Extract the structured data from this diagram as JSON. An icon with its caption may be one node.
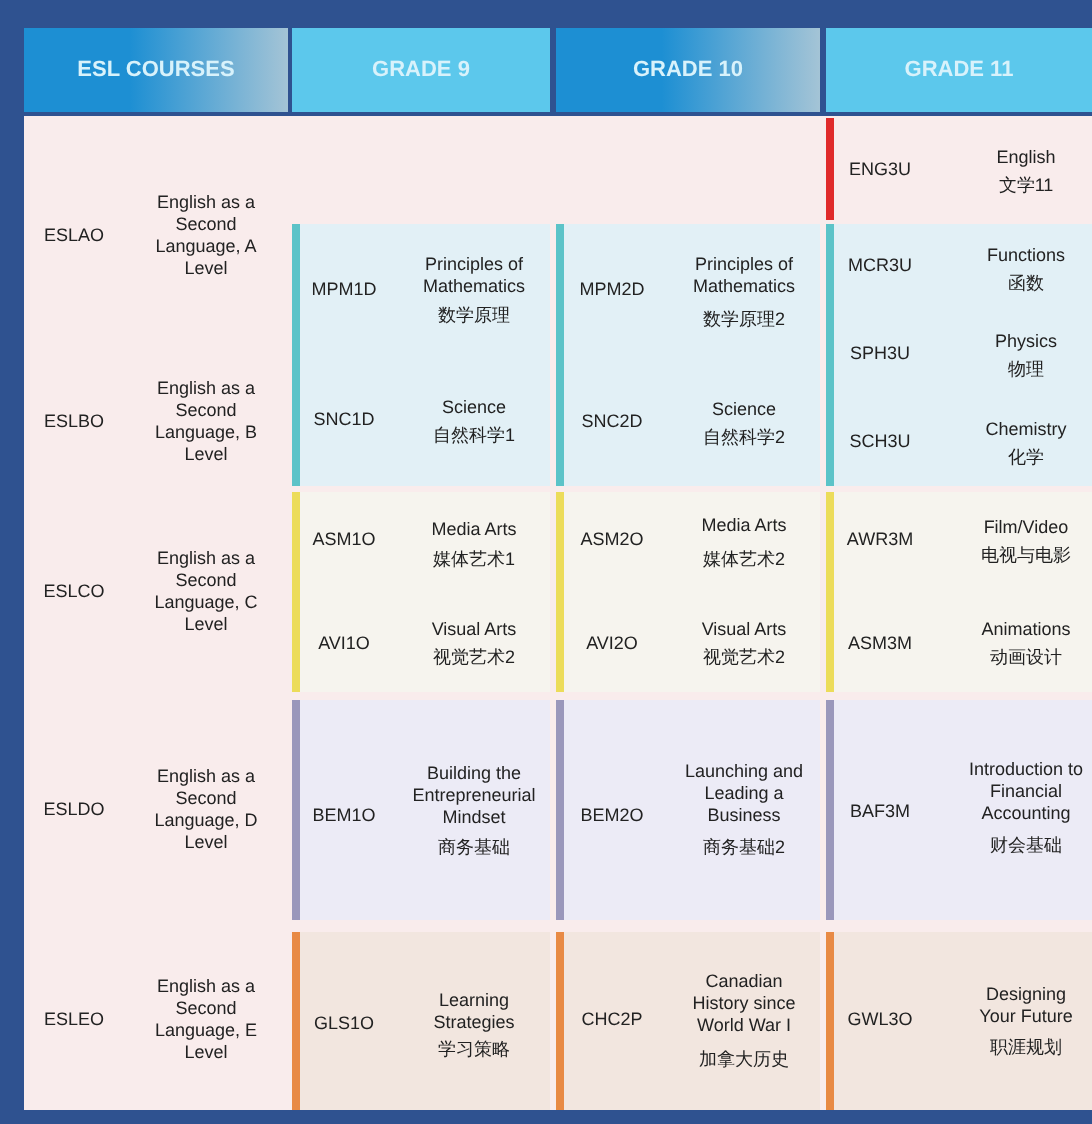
{
  "diagram": {
    "labels": [
      "ESL COURSES",
      "GRADE 9",
      "GRADE 10",
      "GRADE 11",
      "ENG3U",
      "English",
      "文学11",
      "ESLAO",
      "English as a Second Language, A Level",
      "MPM1D",
      "Principles of Mathematics",
      "数学原理",
      "MPM2D",
      "Principles of Mathematics",
      "数学原理2",
      "MCR3U",
      "Functions",
      "函数",
      "SPH3U",
      "Physics",
      "物理",
      "ESLBO",
      "English as a Second Language, B Level",
      "SNC1D",
      "Science",
      "自然科学1",
      "SNC2D",
      "Science",
      "自然科学2",
      "SCH3U",
      "Chemistry",
      "化学",
      "ASM1O",
      "Media Arts",
      "媒体艺术1",
      "ASM2O",
      "Media Arts",
      "媒体艺术2",
      "AWR3M",
      "Film/Video",
      "电视与电影",
      "ESLCO",
      "English as a Second Language, C Level",
      "AVI1O",
      "Visual Arts",
      "视觉艺术2",
      "AVI2O",
      "Visual Arts",
      "视觉艺术2",
      "ASM3M",
      "Animations",
      "动画设计",
      "ESLDO",
      "English as a Second Language, D Level",
      "BEM1O",
      "Building the Entrepreneurial Mindset",
      "商务基础",
      "BEM2O",
      "Launching and Leading a Business",
      "商务基础2",
      "BAF3M",
      "Introduction to Financial Accounting",
      "财会基础",
      "ESLEO",
      "English as a Second Language, E Level",
      "GLS1O",
      "Learning Strategies",
      "学习策略",
      "CHC2P",
      "Canadian History since World War I",
      "加拿大历史",
      "GWL3O",
      "Designing Your Future",
      "职涯规划"
    ]
  }
}
